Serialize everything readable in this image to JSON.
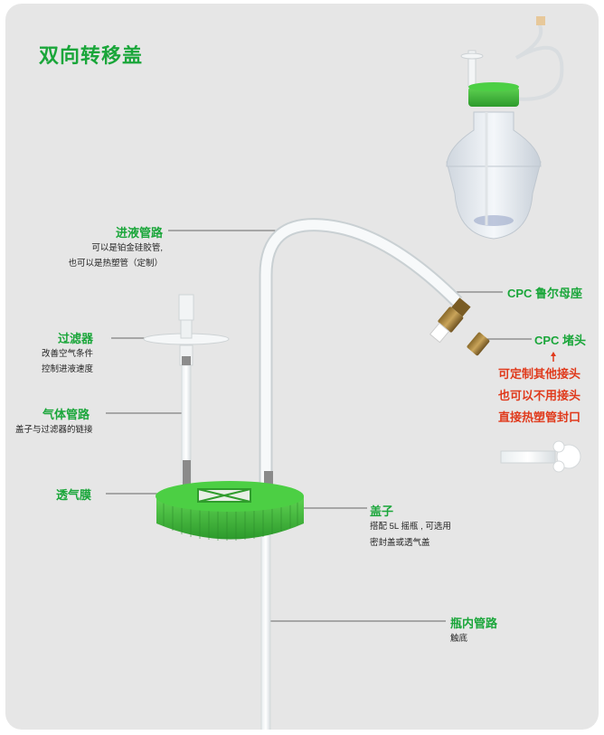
{
  "title": "双向转移盖",
  "labels": {
    "inlet": {
      "name": "进液管路",
      "desc1": "可以是铂金硅胶管,",
      "desc2": "也可以是热塑管（定制）"
    },
    "filter": {
      "name": "过滤器",
      "desc1": "改善空气条件",
      "desc2": "控制进液速度"
    },
    "gas": {
      "name": "气体管路",
      "desc1": "盖子与过滤器的链接"
    },
    "membrane": {
      "name": "透气膜"
    },
    "cap": {
      "name": "盖子",
      "desc1": "搭配 5L 摇瓶 , 可选用",
      "desc2": "密封盖或透气盖"
    },
    "inner": {
      "name": "瓶内管路",
      "desc1": "触底"
    },
    "luer": {
      "name": "CPC 鲁尔母座"
    },
    "plug": {
      "name": "CPC 堵头"
    },
    "note": {
      "line1": "可定制其他接头",
      "line2": "也可以不用接头",
      "line3": "直接热塑管封口"
    }
  },
  "colors": {
    "accent": "#1aa63a",
    "note": "#e03a1c",
    "background": "#e6e6e6",
    "cap": "#3fbb3a"
  },
  "icons": {
    "arrow": "up-arrow-icon"
  }
}
